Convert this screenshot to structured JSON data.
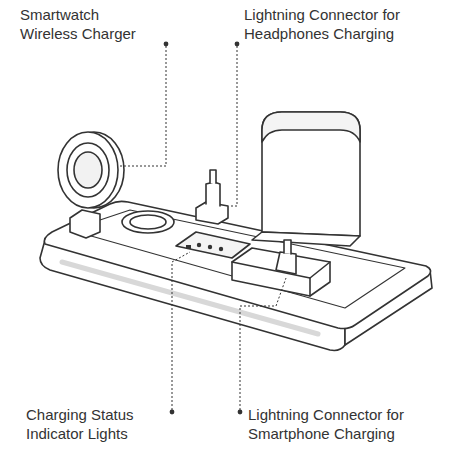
{
  "diagram": {
    "labels": [
      "Smartwatch Wireless Charger",
      "Lightning Connector for Headphones Charging",
      "Charging Status Indicator Lights",
      "Lightning Connector for Smartphone Charging"
    ]
  }
}
